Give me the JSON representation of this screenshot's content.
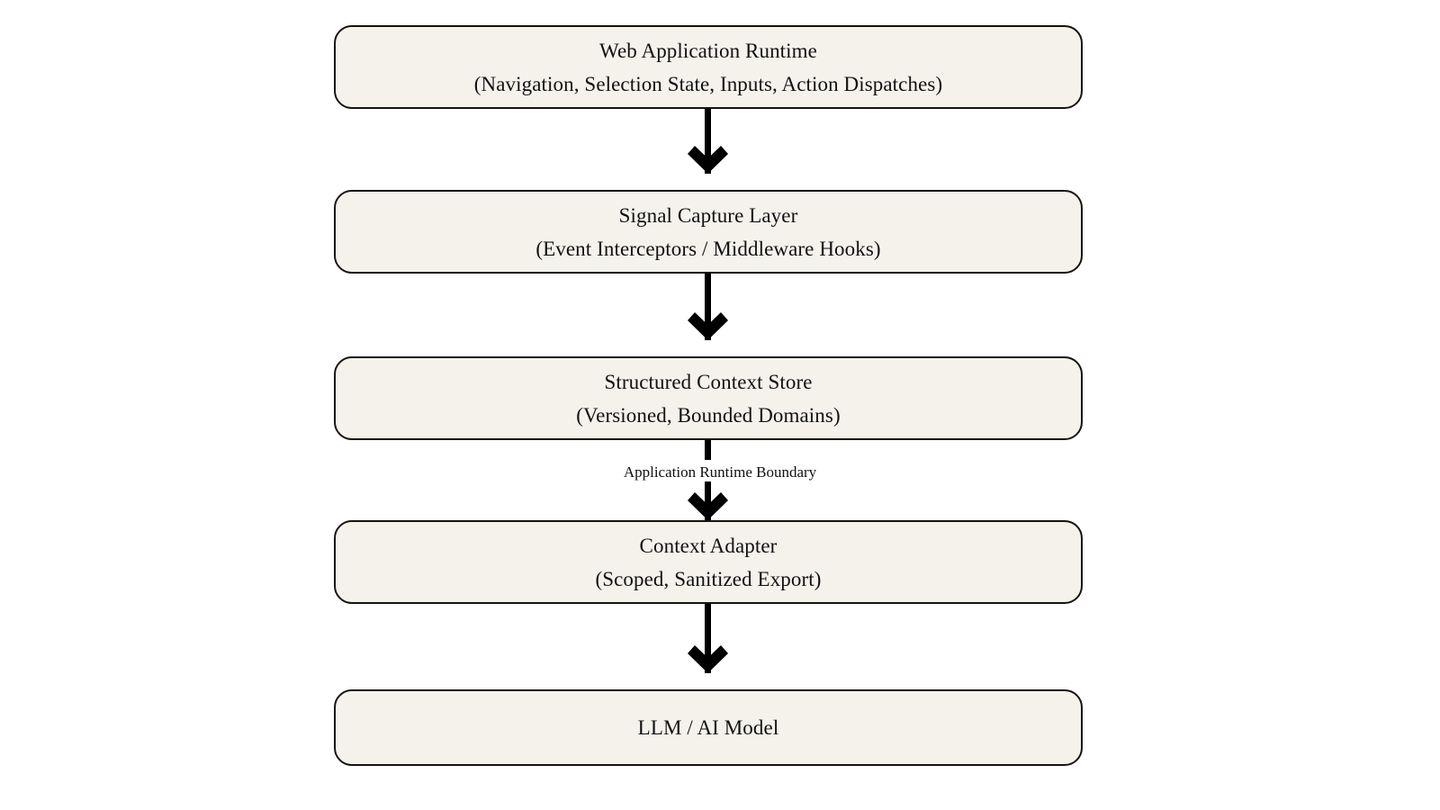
{
  "diagram": {
    "type": "flowchart",
    "orientation": "top-to-bottom",
    "background_color": "#ffffff",
    "node_fill_color": "#f5f2ec",
    "node_border_color": "#17140f",
    "edge_color": "#000000",
    "nodes": [
      {
        "id": "web-application-runtime",
        "title": "Web Application Runtime",
        "subtitle": "(Navigation, Selection State, Inputs, Action Dispatches)"
      },
      {
        "id": "signal-capture-layer",
        "title": "Signal Capture Layer",
        "subtitle": "(Event Interceptors / Middleware Hooks)"
      },
      {
        "id": "structured-context-store",
        "title": "Structured Context Store",
        "subtitle": "(Versioned, Bounded Domains)"
      },
      {
        "id": "context-adapter",
        "title": "Context Adapter",
        "subtitle": "(Scoped, Sanitized Export)"
      },
      {
        "id": "llm-ai-model",
        "title": "LLM / AI Model",
        "subtitle": ""
      }
    ],
    "edges": [
      {
        "id": "edge-1",
        "from": "web-application-runtime",
        "to": "signal-capture-layer",
        "label": ""
      },
      {
        "id": "edge-2",
        "from": "signal-capture-layer",
        "to": "structured-context-store",
        "label": ""
      },
      {
        "id": "edge-3",
        "from": "structured-context-store",
        "to": "context-adapter",
        "label": "Application Runtime Boundary"
      },
      {
        "id": "edge-4",
        "from": "context-adapter",
        "to": "llm-ai-model",
        "label": ""
      }
    ]
  }
}
